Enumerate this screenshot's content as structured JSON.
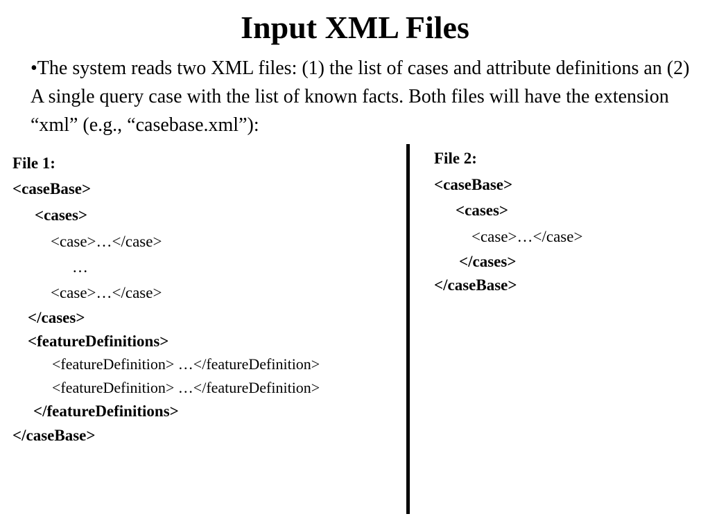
{
  "slide": {
    "title": "Input XML Files",
    "bullet": "•The system reads two XML files: (1) the list of cases and attribute definitions an (2) A single query case with the list of known facts. Both files will have the extension “xml” (e.g., “casebase.xml”):"
  },
  "file1": {
    "lines": [
      "File 1:",
      "<caseBase>",
      "<cases>",
      "<case>…</case>",
      "…",
      "<case>…</case>",
      "</cases>",
      "<featureDefinitions>",
      "<featureDefinition> …</featureDefinition>",
      "<featureDefinition> …</featureDefinition>",
      "</featureDefinitions>",
      "</caseBase>"
    ]
  },
  "file2": {
    "lines": [
      "File 2:",
      "<caseBase>",
      "<cases>",
      "<case>…</case>",
      "</cases>",
      "</caseBase>"
    ]
  }
}
